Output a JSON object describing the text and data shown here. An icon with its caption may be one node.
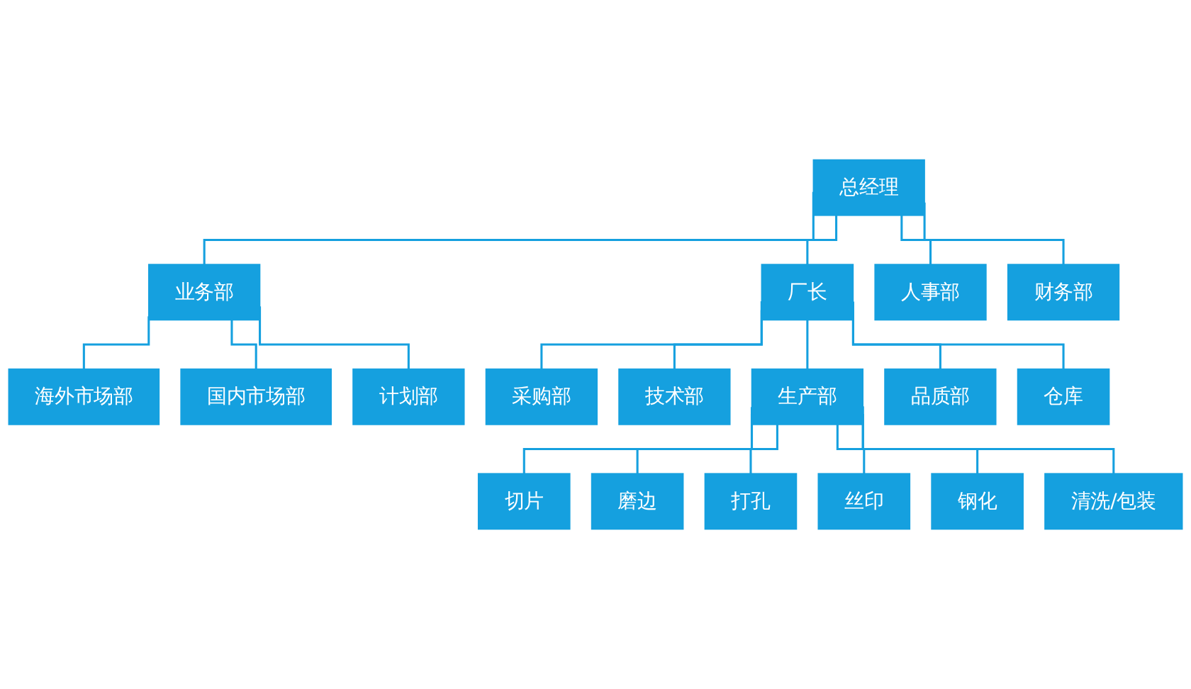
{
  "diagram": {
    "nodes": [
      {
        "text": [
          "总经理"
        ]
      },
      {
        "text": [
          "厂长"
        ]
      },
      {
        "text": [
          "业务部"
        ]
      },
      {
        "text": [
          "人事部"
        ]
      },
      {
        "text": [
          "财务部"
        ]
      },
      {
        "text": [
          "海外市场部"
        ]
      },
      {
        "text": [
          "国内市场部"
        ]
      },
      {
        "text": [
          "计划部"
        ]
      },
      {
        "text": [
          "采购部"
        ]
      },
      {
        "text": [
          "技术部"
        ]
      },
      {
        "text": [
          "生产部"
        ]
      },
      {
        "text": [
          "品质部"
        ]
      },
      {
        "text": [
          "仓库"
        ]
      },
      {
        "text": [
          "切片"
        ]
      },
      {
        "text": [
          "磨边"
        ]
      },
      {
        "text": [
          "打孔"
        ]
      },
      {
        "text": [
          "丝印"
        ]
      },
      {
        "text": [
          "钢化"
        ]
      },
      {
        "text": [
          "清洗/包装"
        ]
      }
    ],
    "edges": [
      {
        "from": 0,
        "to": 1,
        "arrow": "none"
      },
      {
        "from": 0,
        "to": 2,
        "arrow": "none"
      },
      {
        "from": 0,
        "to": 3,
        "arrow": "none"
      },
      {
        "from": 0,
        "to": 4,
        "arrow": "none"
      },
      {
        "from": 2,
        "to": 5,
        "arrow": "none"
      },
      {
        "from": 2,
        "to": 6,
        "arrow": "none"
      },
      {
        "from": 2,
        "to": 7,
        "arrow": "none"
      },
      {
        "from": 1,
        "to": 8,
        "arrow": "none"
      },
      {
        "from": 1,
        "to": 9,
        "arrow": "none"
      },
      {
        "from": 1,
        "to": 10,
        "arrow": "none"
      },
      {
        "from": 1,
        "to": 11,
        "arrow": "none"
      },
      {
        "from": 1,
        "to": 12,
        "arrow": "none"
      },
      {
        "from": 10,
        "to": 13,
        "arrow": "none"
      },
      {
        "from": 10,
        "to": 14,
        "arrow": "none"
      },
      {
        "from": 10,
        "to": 15,
        "arrow": "none"
      },
      {
        "from": 10,
        "to": 16,
        "arrow": "none"
      },
      {
        "from": 10,
        "to": 17,
        "arrow": "none"
      },
      {
        "from": 10,
        "to": 18,
        "arrow": "none"
      }
    ]
  }
}
